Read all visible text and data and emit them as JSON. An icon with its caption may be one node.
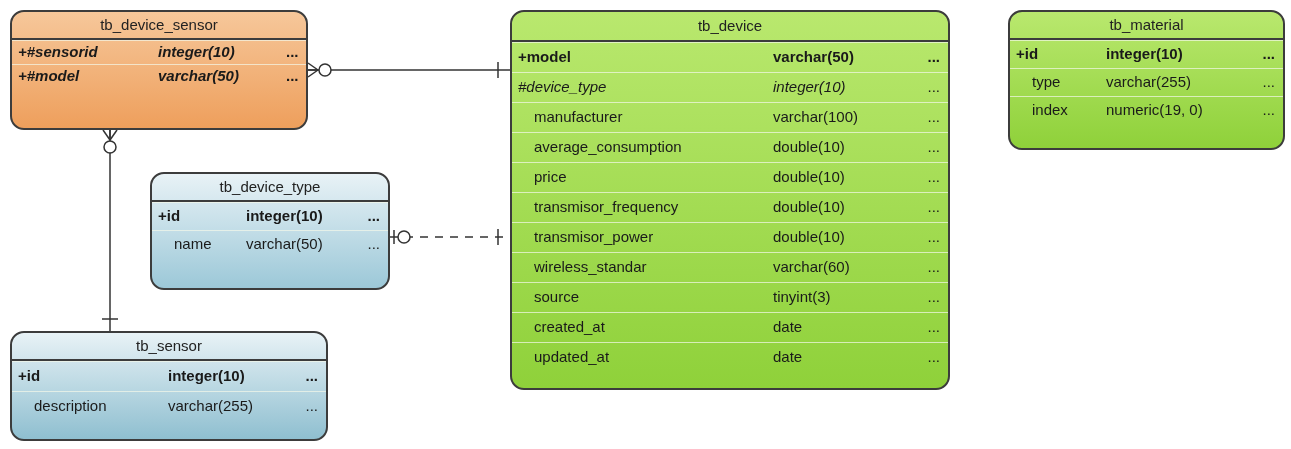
{
  "diagram": {
    "nodes": [
      {
        "text": [
          "tb_device_sensor"
        ]
      },
      {
        "text": [
          "+#sensorid",
          "integer(10)",
          "..."
        ],
        "in": 0
      },
      {
        "text": [
          "+#model",
          "varchar(50)",
          "..."
        ],
        "in": 0
      },
      {
        "text": [
          "tb_device"
        ]
      },
      {
        "text": [
          "+model",
          "varchar(50)",
          "..."
        ],
        "in": 3
      },
      {
        "text": [
          "#device_type",
          "integer(10)",
          "..."
        ],
        "in": 3
      },
      {
        "text": [
          "manufacturer",
          "varchar(100)",
          "..."
        ],
        "in": 3
      },
      {
        "text": [
          "average_consumption",
          "double(10)",
          "..."
        ],
        "in": 3
      },
      {
        "text": [
          "price",
          "double(10)",
          "..."
        ],
        "in": 3
      },
      {
        "text": [
          "transmisor_frequency",
          "double(10)",
          "..."
        ],
        "in": 3
      },
      {
        "text": [
          "transmisor_power",
          "double(10)",
          "..."
        ],
        "in": 3
      },
      {
        "text": [
          "wireless_standar",
          "varchar(60)",
          "..."
        ],
        "in": 3
      },
      {
        "text": [
          "source",
          "tinyint(3)",
          "..."
        ],
        "in": 3
      },
      {
        "text": [
          "created_at",
          "date",
          "..."
        ],
        "in": 3
      },
      {
        "text": [
          "updated_at",
          "date",
          "..."
        ],
        "in": 3
      },
      {
        "text": [
          "tb_material"
        ]
      },
      {
        "text": [
          "+id",
          "integer(10)",
          "..."
        ],
        "in": 15
      },
      {
        "text": [
          "type",
          "varchar(255)",
          "..."
        ],
        "in": 15
      },
      {
        "text": [
          "index",
          "numeric(19, 0)",
          "..."
        ],
        "in": 15
      },
      {
        "text": [
          "tb_device_type"
        ]
      },
      {
        "text": [
          "+id",
          "integer(10)",
          "..."
        ],
        "in": 19
      },
      {
        "text": [
          "name",
          "varchar(50)",
          "..."
        ],
        "in": 19
      },
      {
        "text": [
          "tb_sensor"
        ]
      },
      {
        "text": [
          "+id",
          "integer(10)",
          "..."
        ],
        "in": 22
      },
      {
        "text": [
          "description",
          "varchar(255)",
          "..."
        ],
        "in": 22
      }
    ],
    "edges": [
      {
        "from": 0,
        "to": 3,
        "arrow": "other"
      },
      {
        "from": 0,
        "to": 22,
        "arrow": "other"
      },
      {
        "from": 19,
        "to": 3,
        "arrow": "other",
        "style": "dashed"
      }
    ]
  }
}
